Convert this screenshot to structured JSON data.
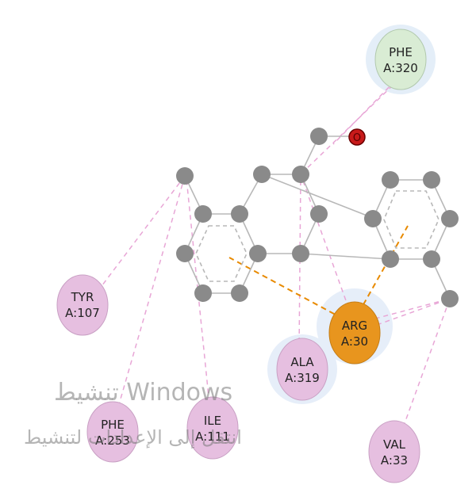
{
  "residues": [
    {
      "id": "phe320",
      "name": "PHE",
      "chain_pos": "A:320",
      "kind": "pi-interaction",
      "color": "#d9ecd4"
    },
    {
      "id": "tyr107",
      "name": "TYR",
      "chain_pos": "A:107",
      "kind": "alkyl",
      "color": "#e6bfe0"
    },
    {
      "id": "arg30",
      "name": "ARG",
      "chain_pos": "A:30",
      "kind": "pi-cation",
      "color": "#e8951e"
    },
    {
      "id": "ala319",
      "name": "ALA",
      "chain_pos": "A:319",
      "kind": "alkyl",
      "color": "#e6bfe0"
    },
    {
      "id": "phe253",
      "name": "PHE",
      "chain_pos": "A:253",
      "kind": "alkyl",
      "color": "#e6bfe0"
    },
    {
      "id": "ile111",
      "name": "ILE",
      "chain_pos": "A:111",
      "kind": "alkyl",
      "color": "#e6bfe0"
    },
    {
      "id": "val33",
      "name": "VAL",
      "chain_pos": "A:33",
      "kind": "alkyl",
      "color": "#e6bfe0"
    }
  ],
  "oxygen_label": "O",
  "colors": {
    "carbon": "#8a8a8a",
    "oxygen": "#c81a1a",
    "bond": "#b8b8b8",
    "alkyl_line": "#e8a6d6",
    "cation_line": "#e88a00",
    "halo_green": "#e4eef8",
    "halo_orange": "#e6eef9"
  },
  "watermark": {
    "line1": "تنشيط Windows",
    "line2": "انتقل إلى الإعدادات لتنشيط"
  }
}
